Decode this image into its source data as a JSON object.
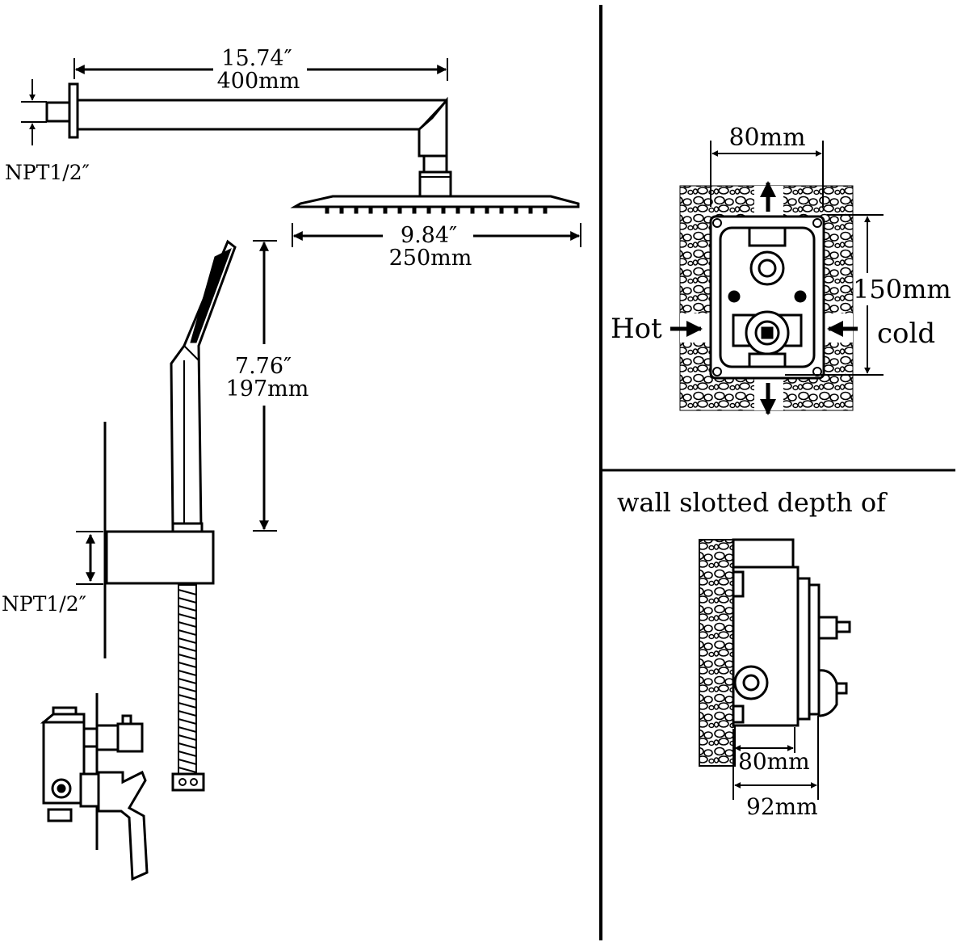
{
  "shower_arm": {
    "length_in": "15.74″",
    "length_mm": "400mm",
    "thread": "NPT1/2″"
  },
  "shower_head": {
    "width_in": "9.84″",
    "width_mm": "250mm"
  },
  "hand_shower": {
    "length_in": "7.76″",
    "length_mm": "197mm",
    "thread": "NPT1/2″"
  },
  "valve_front": {
    "width": "80mm",
    "height": "150mm",
    "hot_label": "Hot",
    "cold_label": "cold"
  },
  "valve_side": {
    "title": "wall slotted depth of",
    "depth_min": "80mm",
    "depth_max": "92mm"
  }
}
